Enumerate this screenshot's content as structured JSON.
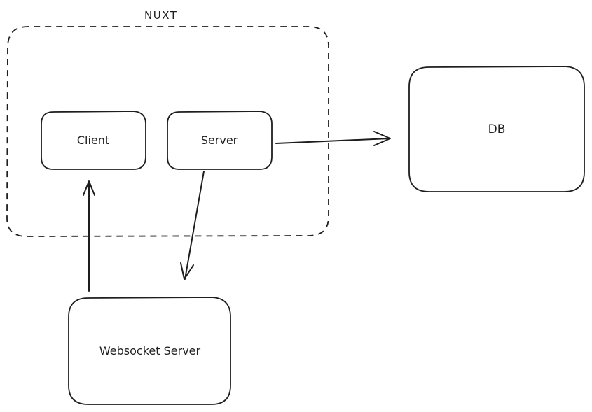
{
  "diagram": {
    "group_label": "NUXT",
    "nodes": {
      "client": "Client",
      "server": "Server",
      "db": "DB",
      "websocket": "Websocket Server"
    },
    "edges": [
      {
        "from": "Server",
        "to": "DB"
      },
      {
        "from": "Server",
        "to": "Websocket Server"
      },
      {
        "from": "Websocket Server",
        "to": "Client"
      }
    ],
    "colors": {
      "stroke": "#1e1e1e",
      "background": "#ffffff"
    }
  }
}
